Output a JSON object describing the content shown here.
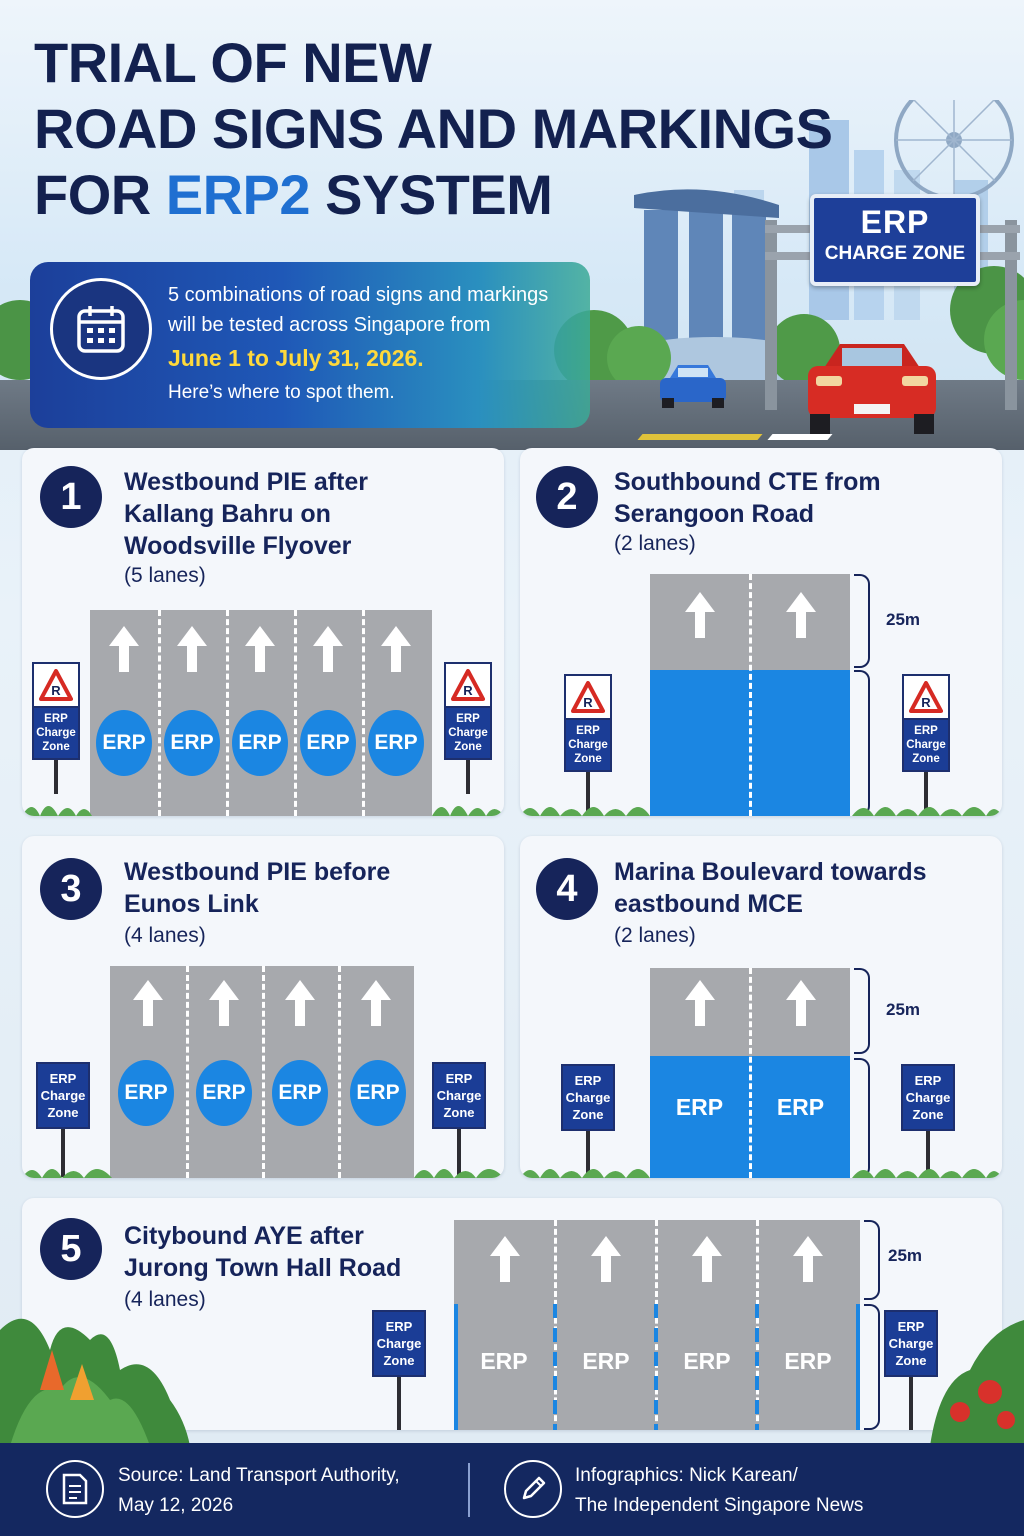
{
  "header": {
    "title_line1": "TRIAL OF NEW",
    "title_line2": "ROAD SIGNS AND MARKINGS",
    "title_line3_pre": "FOR ",
    "title_line3_accent": "ERP2",
    "title_line3_post": " SYSTEM"
  },
  "gantry": {
    "big": "ERP",
    "small": "CHARGE ZONE"
  },
  "banner": {
    "line1": "5 combinations of road signs and markings",
    "line2": "will be tested across Singapore from",
    "dates": "June 1 to July 31, 2026.",
    "spot": "Here’s where to spot them.",
    "icon": "calendar-icon"
  },
  "sign_text": {
    "line1": "ERP",
    "line2": "Charge",
    "line3": "Zone"
  },
  "erp_label": "ERP",
  "distance_label": "25m",
  "panels": [
    {
      "number": "1",
      "title_line1": "Westbound PIE after",
      "title_line2": "Kallang Bahru on",
      "title_line3": "Woodsville Flyover",
      "lanes": "(5 lanes)"
    },
    {
      "number": "2",
      "title_line1": "Southbound CTE from",
      "title_line2": "Serangoon Road",
      "lanes": "(2 lanes)"
    },
    {
      "number": "3",
      "title_line1": "Westbound PIE before",
      "title_line2": "Eunos Link",
      "lanes": "(4 lanes)"
    },
    {
      "number": "4",
      "title_line1": "Marina Boulevard towards",
      "title_line2": "eastbound MCE",
      "lanes": "(2 lanes)"
    },
    {
      "number": "5",
      "title_line1": "Citybound AYE after",
      "title_line2": "Jurong Town Hall Road",
      "lanes": "(4 lanes)"
    }
  ],
  "footer": {
    "source_line1": "Source: Land Transport Authority,",
    "source_line2": "May 12, 2026",
    "credit_line1": "Infographics: Nick Karean/",
    "credit_line2": "The Independent Singapore News",
    "source_icon": "document-icon",
    "credit_icon": "pencil-icon"
  },
  "colors": {
    "navy": "#16245a",
    "accent": "#1f6fd1",
    "erp_blue": "#1b86e2",
    "road_grey": "#a7a9ad",
    "dates_yellow": "#ffd93b"
  }
}
